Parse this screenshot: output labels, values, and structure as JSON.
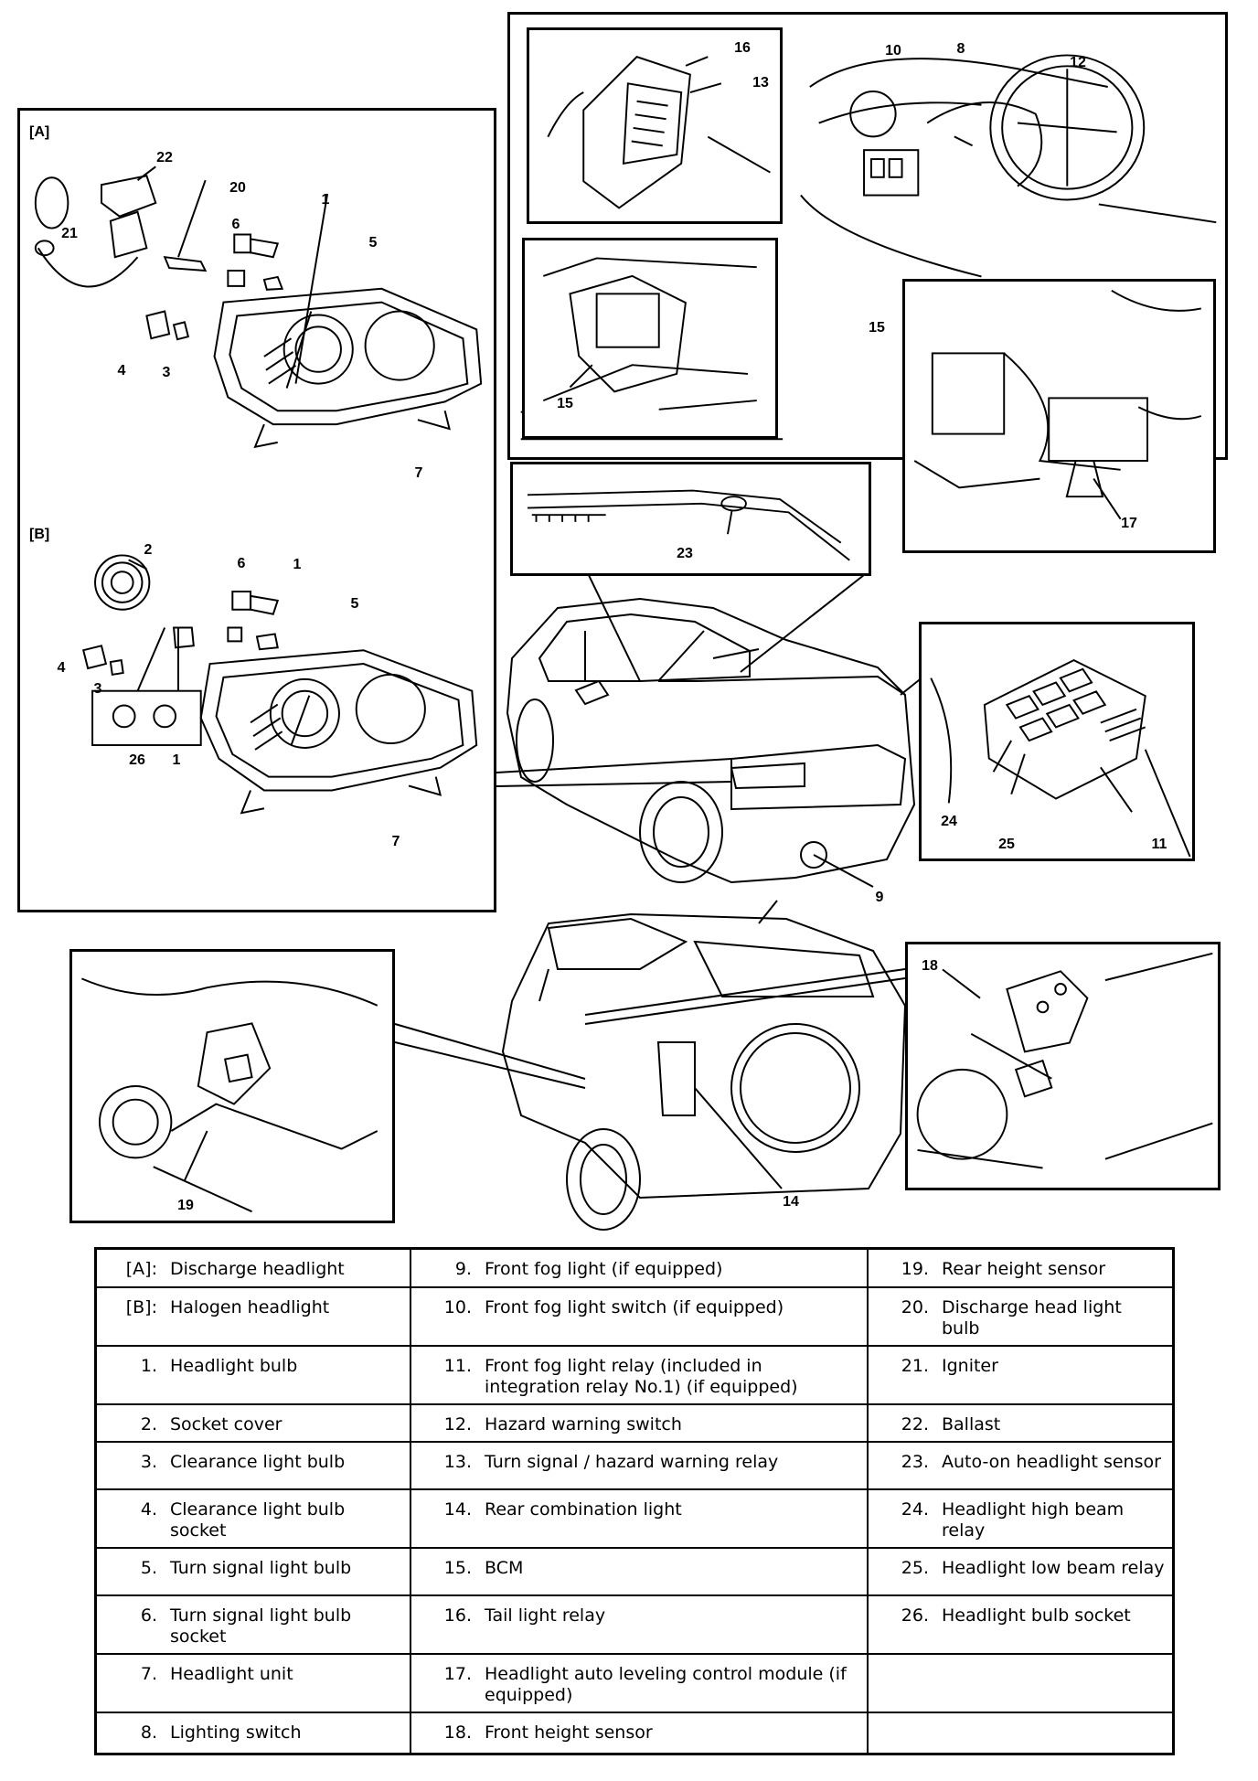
{
  "panels": {
    "a_label": "[A]",
    "b_label": "[B]"
  },
  "callouts": {
    "a_22": "22",
    "a_20": "20",
    "a_1": "1",
    "a_21": "21",
    "a_6": "6",
    "a_5": "5",
    "a_4": "4",
    "a_3": "3",
    "a_7": "7",
    "b_2": "2",
    "b_6": "6",
    "b_1": "1",
    "b_5": "5",
    "b_4": "4",
    "b_3": "3",
    "b_26": "26",
    "b_1s": "1",
    "b_7": "7",
    "c_16": "16",
    "c_13": "13",
    "c_15a": "15",
    "c_10": "10",
    "c_8": "8",
    "c_12": "12",
    "c_15b": "15",
    "c_17": "17",
    "c_23": "23",
    "c_24": "24",
    "c_25": "25",
    "c_11": "11",
    "c_9": "9",
    "c_19": "19",
    "c_14": "14",
    "c_18": "18"
  },
  "legend": [
    [
      {
        "num": "[A]:",
        "text": "Discharge headlight"
      },
      {
        "num": "9.",
        "text": "Front fog light (if equipped)"
      },
      {
        "num": "19.",
        "text": "Rear height sensor"
      }
    ],
    [
      {
        "num": "[B]:",
        "text": "Halogen headlight"
      },
      {
        "num": "10.",
        "text": "Front fog light switch (if equipped)"
      },
      {
        "num": "20.",
        "text": "Discharge head light bulb"
      }
    ],
    [
      {
        "num": "1.",
        "text": "Headlight bulb"
      },
      {
        "num": "11.",
        "text": "Front fog light relay (included in integration relay No.1) (if equipped)"
      },
      {
        "num": "21.",
        "text": "Igniter"
      }
    ],
    [
      {
        "num": "2.",
        "text": "Socket cover"
      },
      {
        "num": "12.",
        "text": "Hazard warning switch"
      },
      {
        "num": "22.",
        "text": "Ballast"
      }
    ],
    [
      {
        "num": "3.",
        "text": "Clearance light bulb"
      },
      {
        "num": "13.",
        "text": "Turn signal / hazard warning relay"
      },
      {
        "num": "23.",
        "text": "Auto-on headlight sensor"
      }
    ],
    [
      {
        "num": "4.",
        "text": "Clearance light bulb socket"
      },
      {
        "num": "14.",
        "text": "Rear combination light"
      },
      {
        "num": "24.",
        "text": "Headlight high beam relay"
      }
    ],
    [
      {
        "num": "5.",
        "text": "Turn signal light bulb"
      },
      {
        "num": "15.",
        "text": "BCM"
      },
      {
        "num": "25.",
        "text": "Headlight low beam relay"
      }
    ],
    [
      {
        "num": "6.",
        "text": "Turn signal light bulb socket"
      },
      {
        "num": "16.",
        "text": "Tail light relay"
      },
      {
        "num": "26.",
        "text": "Headlight bulb socket"
      }
    ],
    [
      {
        "num": "7.",
        "text": "Headlight unit"
      },
      {
        "num": "17.",
        "text": "Headlight auto leveling control module (if equipped)"
      },
      {
        "num": "",
        "text": ""
      }
    ],
    [
      {
        "num": "8.",
        "text": "Lighting switch"
      },
      {
        "num": "18.",
        "text": "Front height sensor"
      },
      {
        "num": "",
        "text": ""
      }
    ]
  ]
}
